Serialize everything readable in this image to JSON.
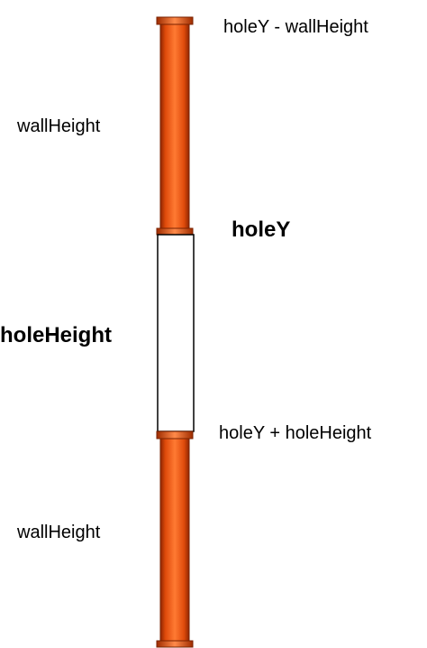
{
  "labels": {
    "top_offset": "holeY - wallHeight",
    "top_wall_height": "wallHeight",
    "hole_y": "holeY",
    "hole_height": "holeHeight",
    "bottom_offset": "holeY + holeHeight",
    "bottom_wall_height": "wallHeight"
  },
  "colors": {
    "wall": "#e04b0b",
    "wall_dark": "#9e2c00",
    "wall_highlight": "#ff8a4a",
    "hole_fill": "#ffffff",
    "hole_stroke": "#000000",
    "text": "#000000"
  }
}
